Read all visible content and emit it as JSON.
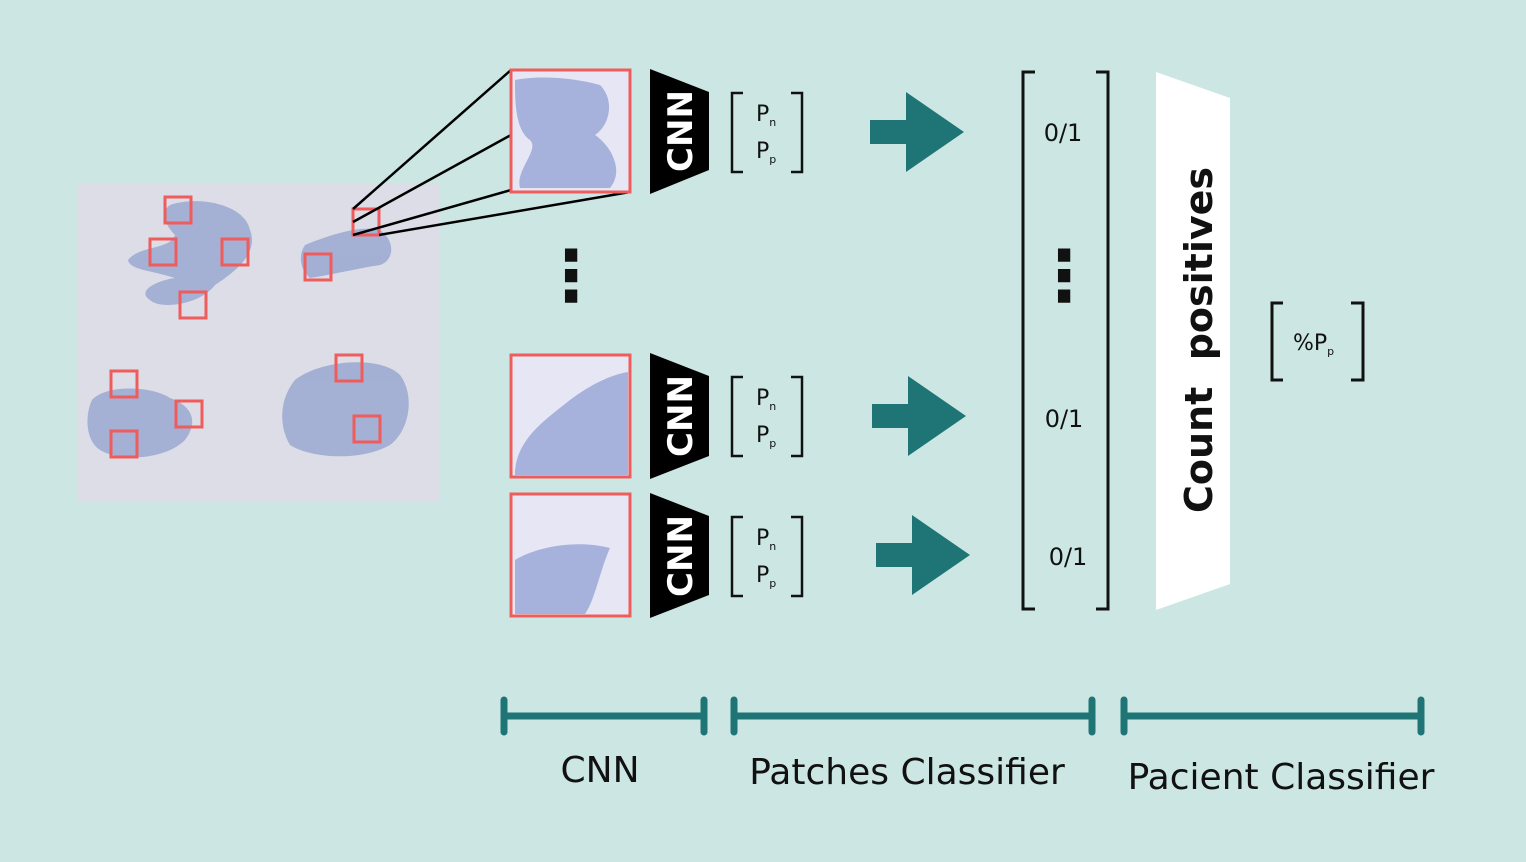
{
  "colors": {
    "background": "#cce7e3",
    "patch_border": "#ef5c5c",
    "arrow": "#1f7575",
    "slide_bg": "#dcdde6",
    "tissue": "#9aa8d0"
  },
  "patches": [
    {
      "cnn_label": "CNN",
      "pn": "P",
      "pn_sub": "n",
      "pp": "P",
      "pp_sub": "p"
    },
    {
      "cnn_label": "CNN",
      "pn": "P",
      "pn_sub": "n",
      "pp": "P",
      "pp_sub": "p"
    },
    {
      "cnn_label": "CNN",
      "pn": "P",
      "pn_sub": "n",
      "pp": "P",
      "pp_sub": "p"
    }
  ],
  "ellipsis": "⋮",
  "predictions": {
    "values": [
      "0/1",
      "0/1",
      "0/1"
    ],
    "ellipsis": "⋮"
  },
  "count_label": "Count  positives",
  "result": {
    "main": "%P",
    "sub": "p"
  },
  "stages": [
    {
      "label": "CNN"
    },
    {
      "label": "Patches Classifier"
    },
    {
      "label": "Pacient Classifier"
    }
  ]
}
